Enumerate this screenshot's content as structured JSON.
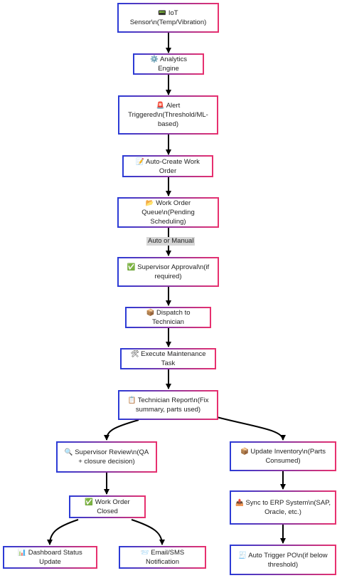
{
  "nodes": {
    "iot_sensor": "📟 IoT Sensor\\n(Temp/Vibration)",
    "analytics_engine": "⚙️ Analytics Engine",
    "alert_triggered": "🚨 Alert Triggered\\n(Threshold/ML-based)",
    "auto_create_wo": "📝 Auto-Create Work Order",
    "wo_queue": "📂 Work Order Queue\\n(Pending Scheduling)",
    "supervisor_approval": "✅ Supervisor Approval\\n(if required)",
    "dispatch": "📦 Dispatch to Technician",
    "execute_task": "🛠 Execute Maintenance Task",
    "technician_report": "📋 Technician Report\\n(Fix summary, parts used)",
    "supervisor_review": "🔍 Supervisor Review\\n(QA + closure decision)",
    "update_inventory": "📦 Update Inventory\\n(Parts Consumed)",
    "wo_closed": "✅ Work Order Closed",
    "sync_erp": "📤 Sync to ERP System\\n(SAP, Oracle, etc.)",
    "dashboard_update": "📊 Dashboard Status Update",
    "email_sms": "📨 Email/SMS Notification",
    "auto_trigger_po": "🧾 Auto Trigger PO\\n(if below threshold)"
  },
  "edge_labels": {
    "queue_to_approval": "Auto or Manual"
  },
  "colors": {
    "border_start": "#2b3bd6",
    "border_end": "#e8306e",
    "edge": "#000000",
    "edge_label_bg": "#d6d6d6"
  }
}
